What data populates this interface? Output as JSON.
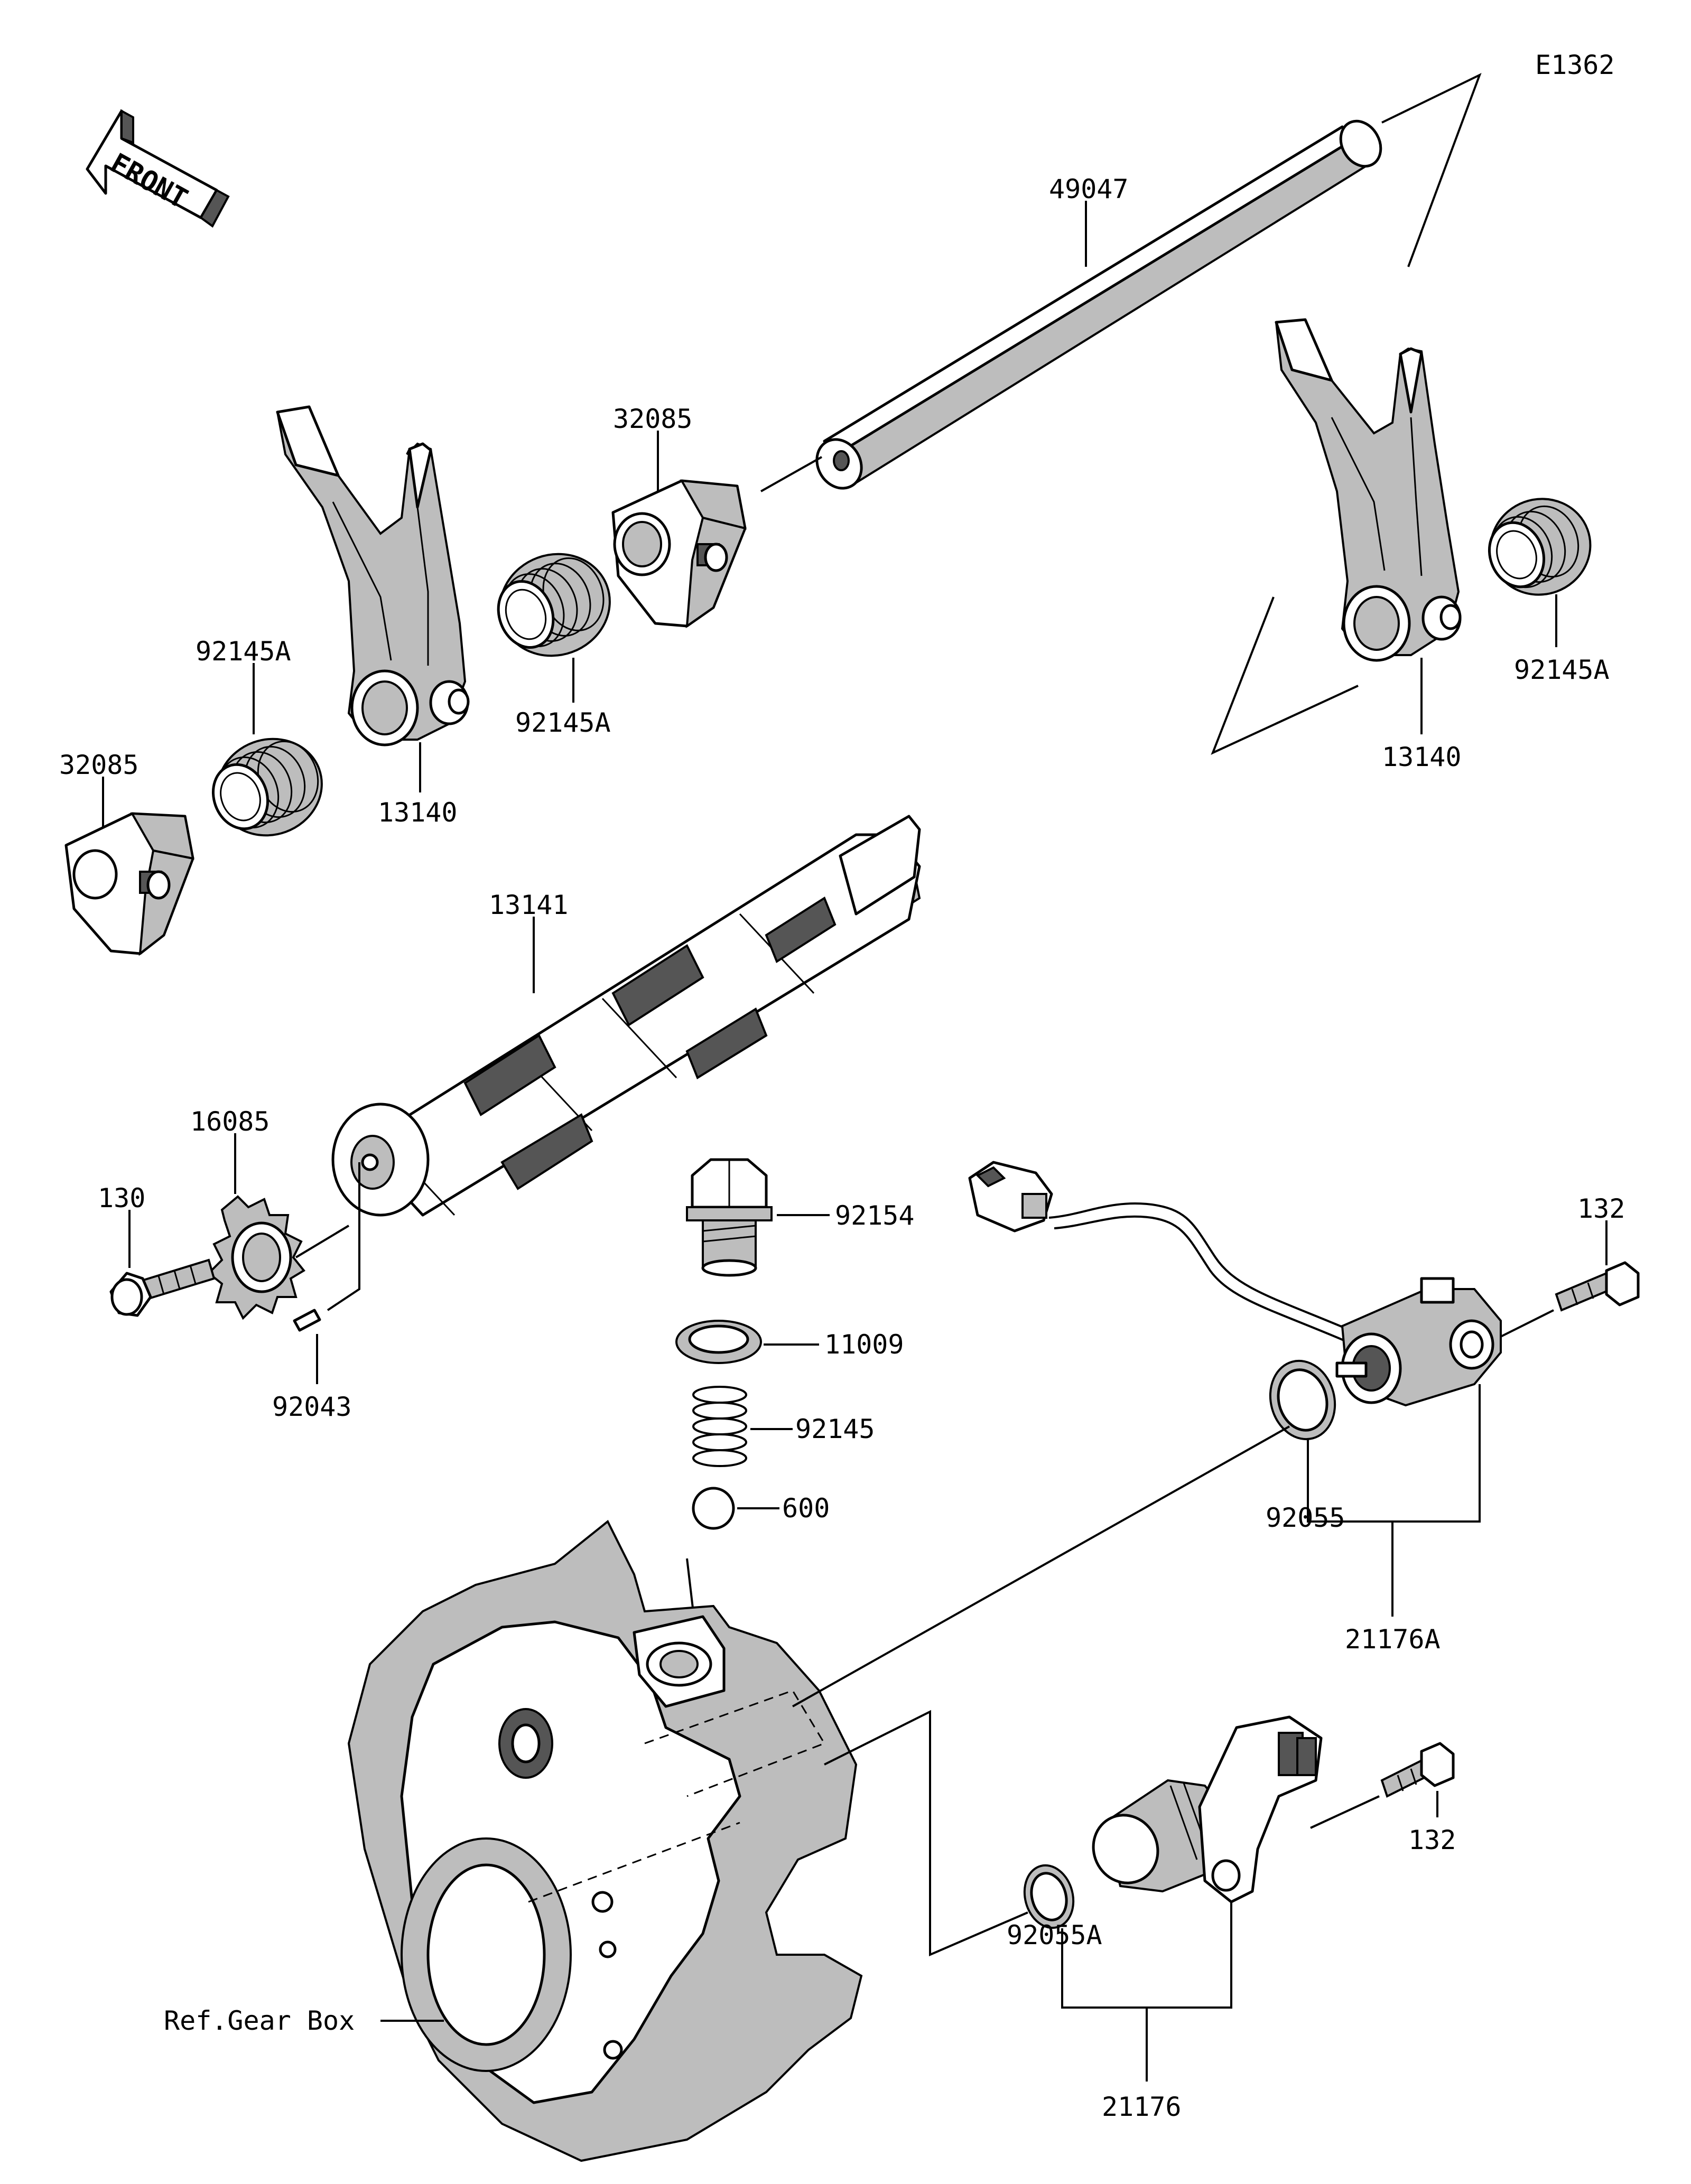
{
  "diagram_code": "E1362",
  "front_label": "FRONT",
  "parts": {
    "p49047": "49047",
    "p32085_top": "32085",
    "p32085_left": "32085",
    "p92145A_1": "92145A",
    "p92145A_2": "92145A",
    "p92145A_3": "92145A",
    "p13140_left": "13140",
    "p13140_right": "13140",
    "p13141": "13141",
    "p16085": "16085",
    "p130": "130",
    "p92043": "92043",
    "p92154": "92154",
    "p11009": "11009",
    "p92145": "92145",
    "p600": "600",
    "p132_top": "132",
    "p132_bottom": "132",
    "p92055": "92055",
    "p21176A": "21176A",
    "p92055A": "92055A",
    "p21176": "21176"
  },
  "ref_label": "Ref.Gear Box"
}
